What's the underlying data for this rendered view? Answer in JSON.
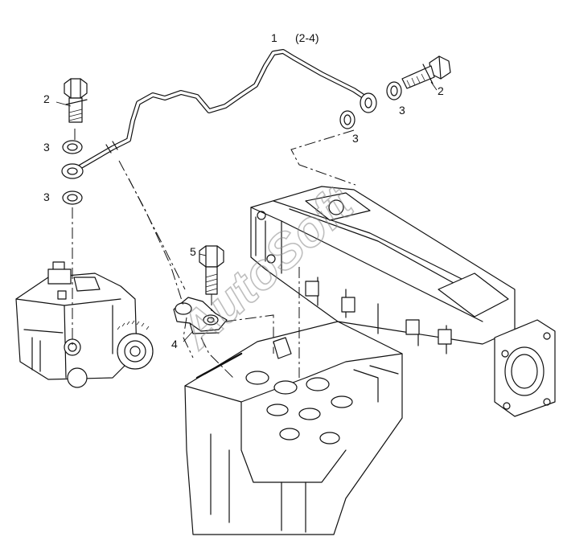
{
  "diagram": {
    "callouts": [
      {
        "id": "c1",
        "text": "1"
      },
      {
        "id": "c1r",
        "text": "(2-4)"
      },
      {
        "id": "c2l",
        "text": "2"
      },
      {
        "id": "c2r",
        "text": "2"
      },
      {
        "id": "c3a",
        "text": "3"
      },
      {
        "id": "c3b",
        "text": "3"
      },
      {
        "id": "c3c",
        "text": "3"
      },
      {
        "id": "c3d",
        "text": "3"
      },
      {
        "id": "c4",
        "text": "4"
      },
      {
        "id": "c5",
        "text": "5"
      }
    ],
    "watermark": "AutoSoft"
  }
}
